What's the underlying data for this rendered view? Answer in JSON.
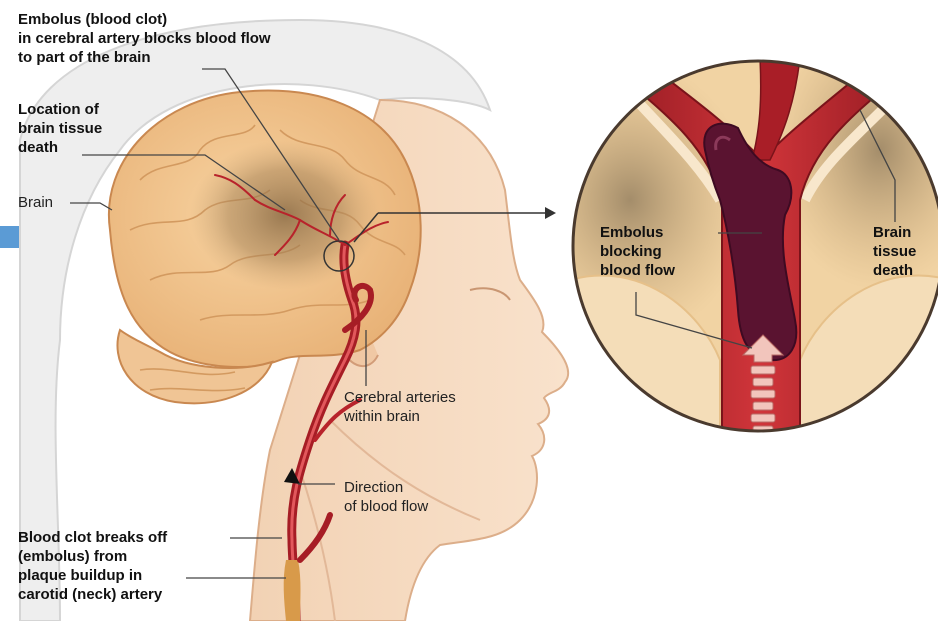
{
  "labels": {
    "embolus_cerebral": "Embolus (blood clot)\nin cerebral artery blocks blood flow\nto part of the brain",
    "location_death": "Location of\nbrain tissue\ndeath",
    "brain": "Brain",
    "cerebral_arteries": "Cerebral arteries\nwithin brain",
    "direction": "Direction\nof blood flow",
    "clot_breaks": "Blood clot breaks off\n(embolus) from\nplaque buildup in\ncarotid (neck) artery",
    "embolus_blocking": "Embolus\nblocking\nblood flow",
    "tissue_death": "Brain\ntissue\ndeath"
  },
  "colors": {
    "accent_bar": "#5b9bd5",
    "skin": "#f6d7b8",
    "brain": "#f3c48f",
    "artery": "#b8232b",
    "clot": "#5c1330",
    "hair": "#e9e9e9"
  }
}
